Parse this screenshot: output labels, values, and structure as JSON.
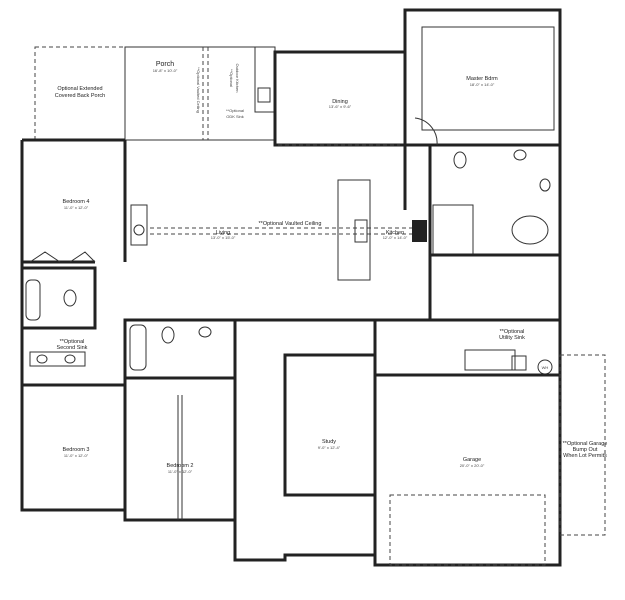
{
  "rooms": {
    "ext_porch": {
      "line1": "Optional Extended",
      "line2": "Covered Back Porch"
    },
    "porch": {
      "name": "Porch",
      "dim": "16'-8\" x 10'-0\""
    },
    "porch_vault": "**Optional Vaulted Ceiling",
    "outdoor_kitchen": {
      "line1": "**Optional",
      "line2": "Outdoor Kitchen"
    },
    "odk_sink": {
      "line1": "**Optional",
      "line2": "ODK Sink"
    },
    "dining": {
      "name": "Dining",
      "dim": "13'-6\" x 9'-6\""
    },
    "master": {
      "name": "Master Bdrm",
      "dim": "18'-0\" x 14'-0\""
    },
    "bedroom4": {
      "name": "Bedroom 4",
      "dim": "11'-0\" x 12'-0\""
    },
    "living_vault": "**Optional Vaulted Ceiling",
    "living": {
      "name": "Living",
      "dim": "13'-0\" x 15'-0\""
    },
    "kitchen": {
      "name": "Kitchen",
      "dim": "12'-0\" x 14'-0\""
    },
    "second_sink": {
      "line1": "**Optional",
      "line2": "Second Sink"
    },
    "utility_sink": {
      "line1": "**Optional",
      "line2": "Utility Sink"
    },
    "wh": "WH",
    "bedroom3": {
      "name": "Bedroom 3",
      "dim": "11'-0\" x 12'-0\""
    },
    "bedroom2": {
      "name": "Bedroom 2",
      "dim": "11'-0\" x 12'-0\""
    },
    "study": {
      "name": "Study",
      "dim": "9'-0\" x 12'-4\""
    },
    "garage": {
      "name": "Garage",
      "dim": "20'-0\" x 20'-0\""
    },
    "bumpout": {
      "line1": "**Optional Garage",
      "line2": "Bump Out",
      "line3": "When Lot Permits"
    }
  }
}
